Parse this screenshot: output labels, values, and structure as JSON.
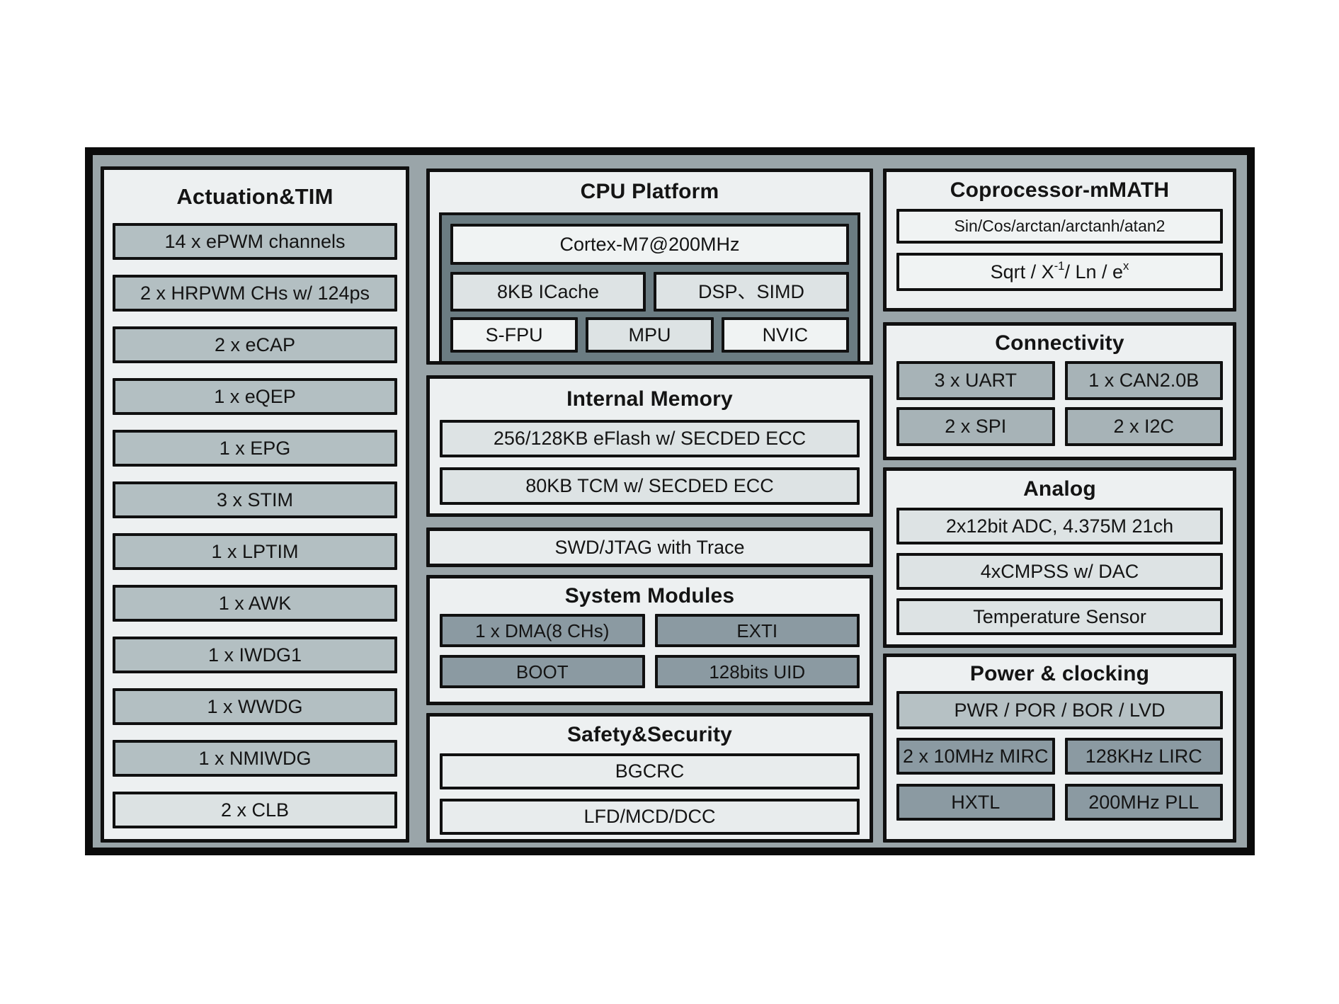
{
  "actuation": {
    "title": "Actuation&TIM",
    "rows": [
      "14 x ePWM channels",
      "2 x HRPWM CHs w/ 124ps",
      "2 x eCAP",
      "1 x eQEP",
      "1 x EPG",
      "3 x STIM",
      "1 x LPTIM",
      "1 x AWK",
      "1 x IWDG1",
      "1 x WWDG",
      "1 x NMIWDG",
      "2 x CLB"
    ]
  },
  "cpu": {
    "title": "CPU Platform",
    "core": "Cortex-M7@200MHz",
    "row2": [
      "8KB ICache",
      "DSP、SIMD"
    ],
    "row3": [
      "S-FPU",
      "MPU",
      "NVIC"
    ]
  },
  "memory": {
    "title": "Internal Memory",
    "rows": [
      "256/128KB eFlash w/ SECDED ECC",
      "80KB TCM w/ SECDED ECC"
    ]
  },
  "debug": {
    "label": "SWD/JTAG with Trace"
  },
  "system": {
    "title": "System Modules",
    "cells": [
      "1 x DMA(8 CHs)",
      "EXTI",
      "BOOT",
      "128bits UID"
    ]
  },
  "safety": {
    "title": "Safety&Security",
    "rows": [
      "BGCRC",
      "LFD/MCD/DCC"
    ]
  },
  "coprocessor": {
    "title": "Coprocessor-mMATH",
    "trig_label": "Sin/Cos/arctan/arctanh/atan2",
    "sqrt_parts": [
      "Sqrt / X",
      "-1",
      " / Ln / e",
      "x"
    ]
  },
  "connectivity": {
    "title": "Connectivity",
    "cells": [
      "3 x UART",
      "1 x CAN2.0B",
      "2 x SPI",
      "2 x I2C"
    ]
  },
  "analog": {
    "title": "Analog",
    "rows": [
      "2x12bit ADC, 4.375M 21ch",
      "4xCMPSS w/ DAC",
      "Temperature Sensor"
    ]
  },
  "power": {
    "title": "Power & clocking",
    "wide": "PWR / POR / BOR / LVD",
    "cells": [
      "2 x 10MHz MIRC",
      "128KHz LIRC",
      "HXTL",
      "200MHz PLL"
    ]
  },
  "colors": {
    "frame_fill": "#9aa5a9",
    "panel_fill": "#edf0f1",
    "row_fill": "#b3bfc2",
    "slate_fill": "#8b9aa2",
    "connectivity_fill": "#a7b3b7",
    "light_box_fill": "#dde3e4",
    "cpu_container_fill": "#6b7c82",
    "border": "#101010"
  }
}
